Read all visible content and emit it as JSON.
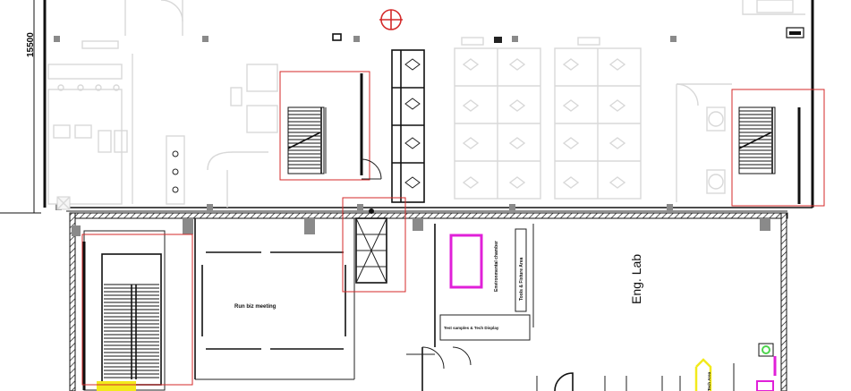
{
  "dimension_label": "15500",
  "rooms": {
    "meeting_room": "Run biz meeting",
    "eng_lab": "Eng. Lab"
  },
  "equipment": {
    "environmental_chamber": "Environmental chamber",
    "tools_fixtures": "Tools & Fixture Area",
    "test_samples": "Test samples & Tech Display",
    "bottom_label": "Tech Area"
  },
  "colors": {
    "markup": "#d42a2a",
    "chamber": "#e020d8",
    "highlight": "#f2ea1c",
    "marker": "#4cd44c",
    "walls": "#111111",
    "furniture": "#d8d8d8",
    "columns": "#8a8a8a"
  },
  "icons": {
    "north_marker": "north-marker-icon",
    "stairs": "stairs-icon",
    "elevator": "elevator-icon"
  }
}
